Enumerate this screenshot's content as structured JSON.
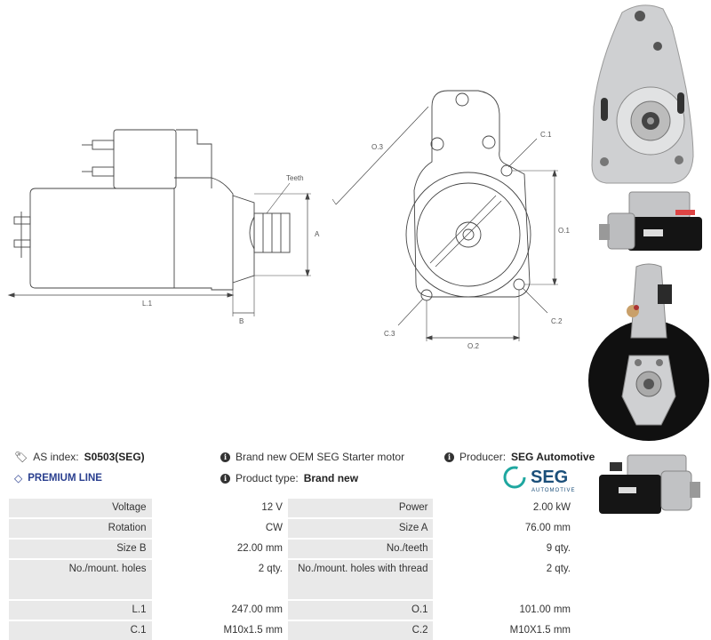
{
  "drawing": {
    "labels": {
      "teeth": "Teeth",
      "a": "A",
      "l1": "L.1",
      "b": "B",
      "o3": "O.3",
      "c1": "C.1",
      "o1": "O.1",
      "c2": "C.2",
      "c3": "C.3",
      "o2": "O.2"
    }
  },
  "info": {
    "as_index_label": "AS index:",
    "as_index_value": "S0503(SEG)",
    "description": "Brand new OEM SEG Starter motor",
    "producer_label": "Producer:",
    "producer_value": "SEG Automotive",
    "premium": "PREMIUM LINE",
    "product_type_label": "Product type:",
    "product_type_value": "Brand new"
  },
  "logo": {
    "name": "SEG",
    "sub": "AUTOMOTIVE",
    "colors": {
      "ring": "#1fa7a0",
      "text": "#1b4f7a"
    }
  },
  "specs": [
    {
      "l1": "Voltage",
      "v1": "12 V",
      "l2": "Power",
      "v2": "2.00 kW"
    },
    {
      "l1": "Rotation",
      "v1": "CW",
      "l2": "Size A",
      "v2": "76.00 mm"
    },
    {
      "l1": "Size B",
      "v1": "22.00 mm",
      "l2": "No./teeth",
      "v2": "9 qty."
    },
    {
      "l1": "No./mount. holes",
      "v1": "2 qty.",
      "l2": "No./mount. holes with thread",
      "v2": "2 qty."
    },
    {
      "l1": "L.1",
      "v1": "247.00 mm",
      "l2": "O.1",
      "v2": "101.00 mm"
    },
    {
      "l1": "C.1",
      "v1": "M10x1.5 mm",
      "l2": "C.2",
      "v2": "M10X1.5 mm"
    }
  ]
}
